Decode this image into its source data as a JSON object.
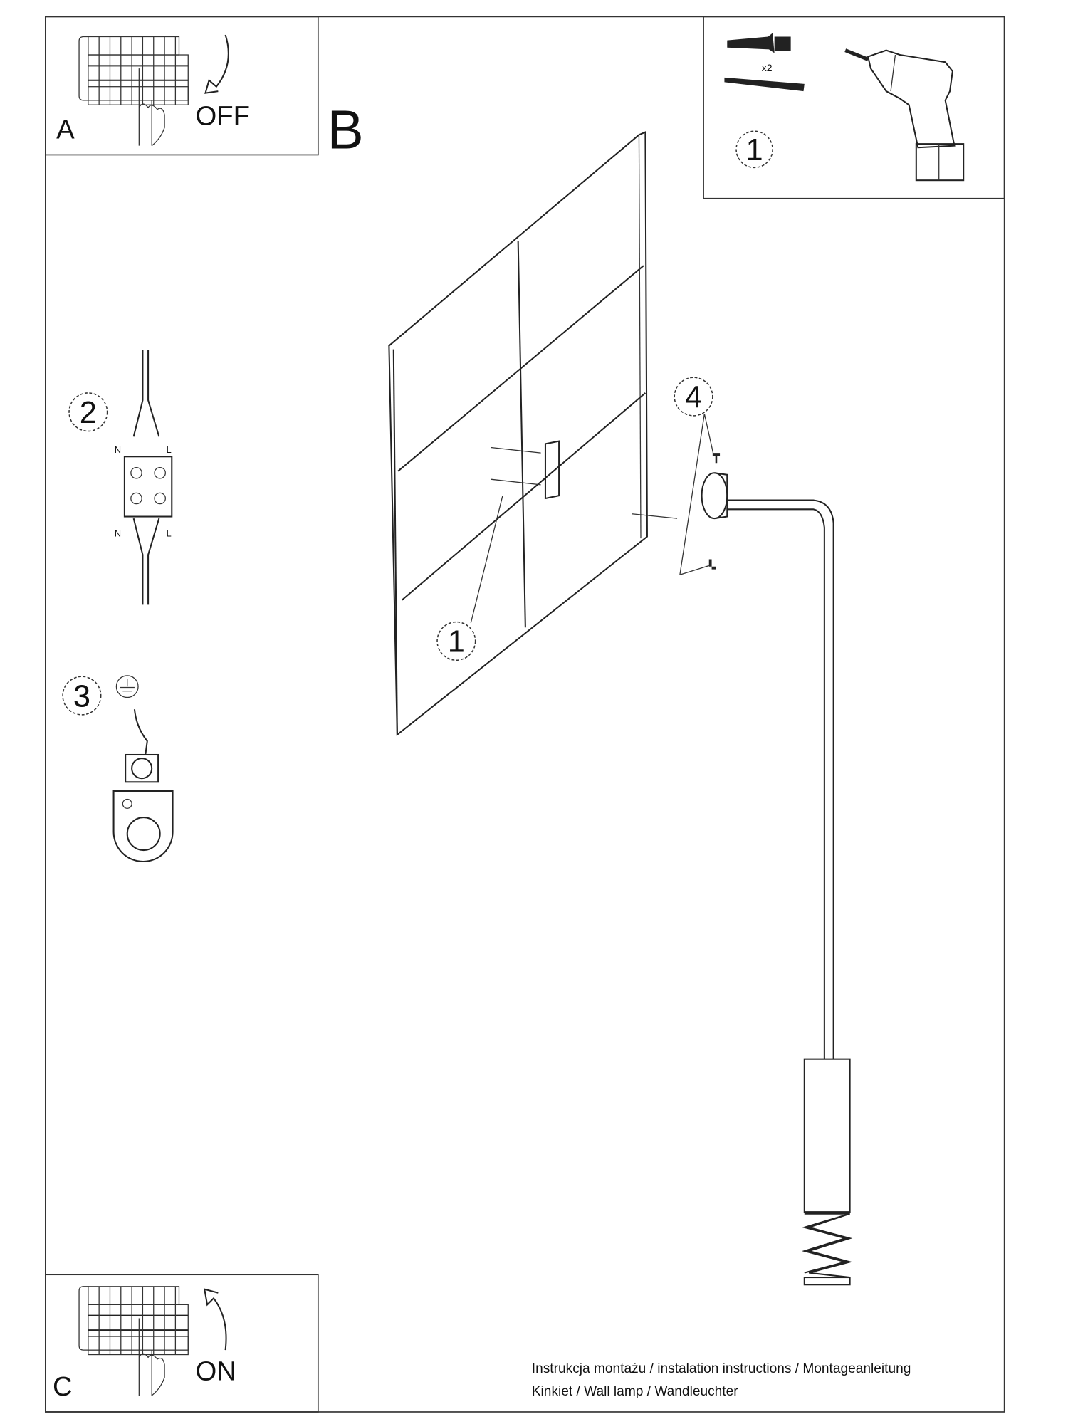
{
  "panels": {
    "a": {
      "letter": "A",
      "action": "OFF"
    },
    "b": {
      "letter": "B"
    },
    "c": {
      "letter": "C",
      "action": "ON"
    }
  },
  "tools_box": {
    "step": "1",
    "quantity": "x2"
  },
  "steps": {
    "wiring": "2",
    "ground": "3",
    "mounting": "4",
    "drilling": "1"
  },
  "terminal_labels": {
    "n_top": "N",
    "l_top": "L",
    "n_bottom": "N",
    "l_bottom": "L"
  },
  "footer": {
    "line1": "Instrukcja montażu / instalation instructions / Montageanleitung",
    "line2": "Kinkiet / Wall lamp / Wandleuchter"
  }
}
